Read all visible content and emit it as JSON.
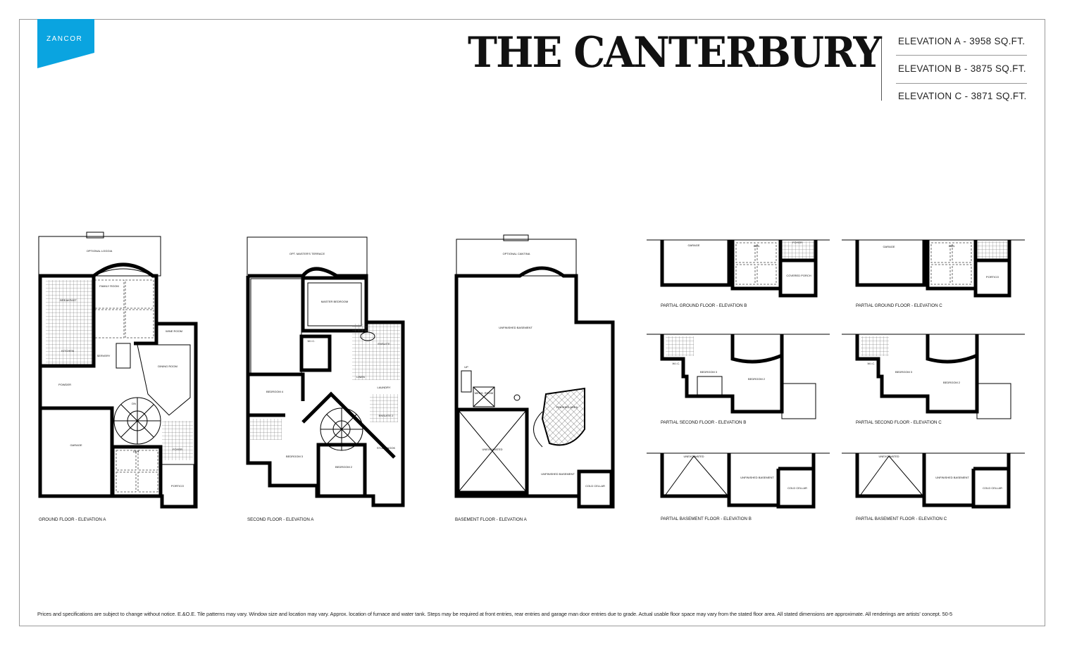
{
  "brand": {
    "logo_text": "ZANCOR",
    "color": "#0aa4e0"
  },
  "title": "THE CANTERBURY",
  "elevations": [
    "ELEVATION A - 3958 SQ.FT.",
    "ELEVATION B - 3875 SQ.FT.",
    "ELEVATION C - 3871 SQ.FT."
  ],
  "plans": {
    "ground_a": {
      "caption": "GROUND FLOOR - ELEVATION A",
      "rooms": {
        "loggia": "OPTIONAL LOGGIA",
        "family": "FAMILY ROOM",
        "breakfast": "BREAKFAST",
        "kitchen": "KITCHEN",
        "servery": "SERVERY",
        "wine": "WINE ROOM",
        "dining": "DINING ROOM",
        "powder": "POWDER",
        "garage": "GARAGE",
        "den": "DEN",
        "foyer": "FOYER",
        "portico": "PORTICO",
        "dn": "DN"
      }
    },
    "second_a": {
      "caption": "SECOND FLOOR - ELEVATION A",
      "rooms": {
        "terrace": "OPT. MASTER'S TERRACE",
        "master": "MASTER BEDROOM",
        "ensuite": "ENSUITE",
        "wic": "W.I.C.",
        "bed4": "BEDROOM 4",
        "bed3": "BEDROOM 3",
        "bed2": "BEDROOM 2",
        "laundry": "LAUNDRY",
        "study": "STUDY NOOK",
        "linen": "LINEN",
        "ensuite2": "ENSUITE 2"
      }
    },
    "basement_a": {
      "caption": "BASEMENT FLOOR - ELEVATION A",
      "rooms": {
        "cantina": "OPTIONAL CANTINA",
        "unfinished1": "UNFINISHED BASEMENT",
        "unfinished2": "UNFINISHED BASEMENT",
        "unexcavated": "UNEXCAVATED",
        "finished": "FINISHED AREA",
        "cold": "COLD CELLAR",
        "mech": "MECH. ROOM",
        "up": "UP"
      }
    },
    "partial_ground_b": {
      "caption": "PARTIAL GROUND FLOOR - ELEVATION B",
      "rooms": {
        "garage": "GARAGE",
        "den": "DEN",
        "foyer": "FOYER",
        "porch": "COVERED PORCH"
      }
    },
    "partial_ground_c": {
      "caption": "PARTIAL GROUND FLOOR - ELEVATION C",
      "rooms": {
        "garage": "GARAGE",
        "den": "DEN",
        "portico": "PORTICO"
      }
    },
    "partial_second_b": {
      "caption": "PARTIAL SECOND FLOOR - ELEVATION B",
      "rooms": {
        "wic": "W.I.C.",
        "bed3": "BEDROOM 3",
        "bed2": "BEDROOM 2"
      }
    },
    "partial_second_c": {
      "caption": "PARTIAL SECOND FLOOR - ELEVATION C",
      "rooms": {
        "wic": "W.I.C.",
        "bed3": "BEDROOM 3",
        "bed2": "BEDROOM 2"
      }
    },
    "partial_basement_b": {
      "caption": "PARTIAL BASEMENT FLOOR - ELEVATION B",
      "rooms": {
        "unexcavated": "UNEXCAVATED",
        "unfinished": "UNFINISHED BASEMENT",
        "cold": "COLD CELLAR"
      }
    },
    "partial_basement_c": {
      "caption": "PARTIAL BASEMENT FLOOR - ELEVATION C",
      "rooms": {
        "unexcavated": "UNEXCAVATED",
        "unfinished": "UNFINISHED BASEMENT",
        "cold": "COLD CELLAR"
      }
    }
  },
  "footer": "Prices and specifications are subject to change without notice. E.&O.E. Tile patterns may vary. Window size and location may vary. Approx. location of furnace and water tank. Steps may be required at front entries, rear entries and garage man door entries due to grade. Actual usable floor space may vary from the stated floor area. All stated dimensions are approximate. All renderings are artists' concept. 50-5"
}
